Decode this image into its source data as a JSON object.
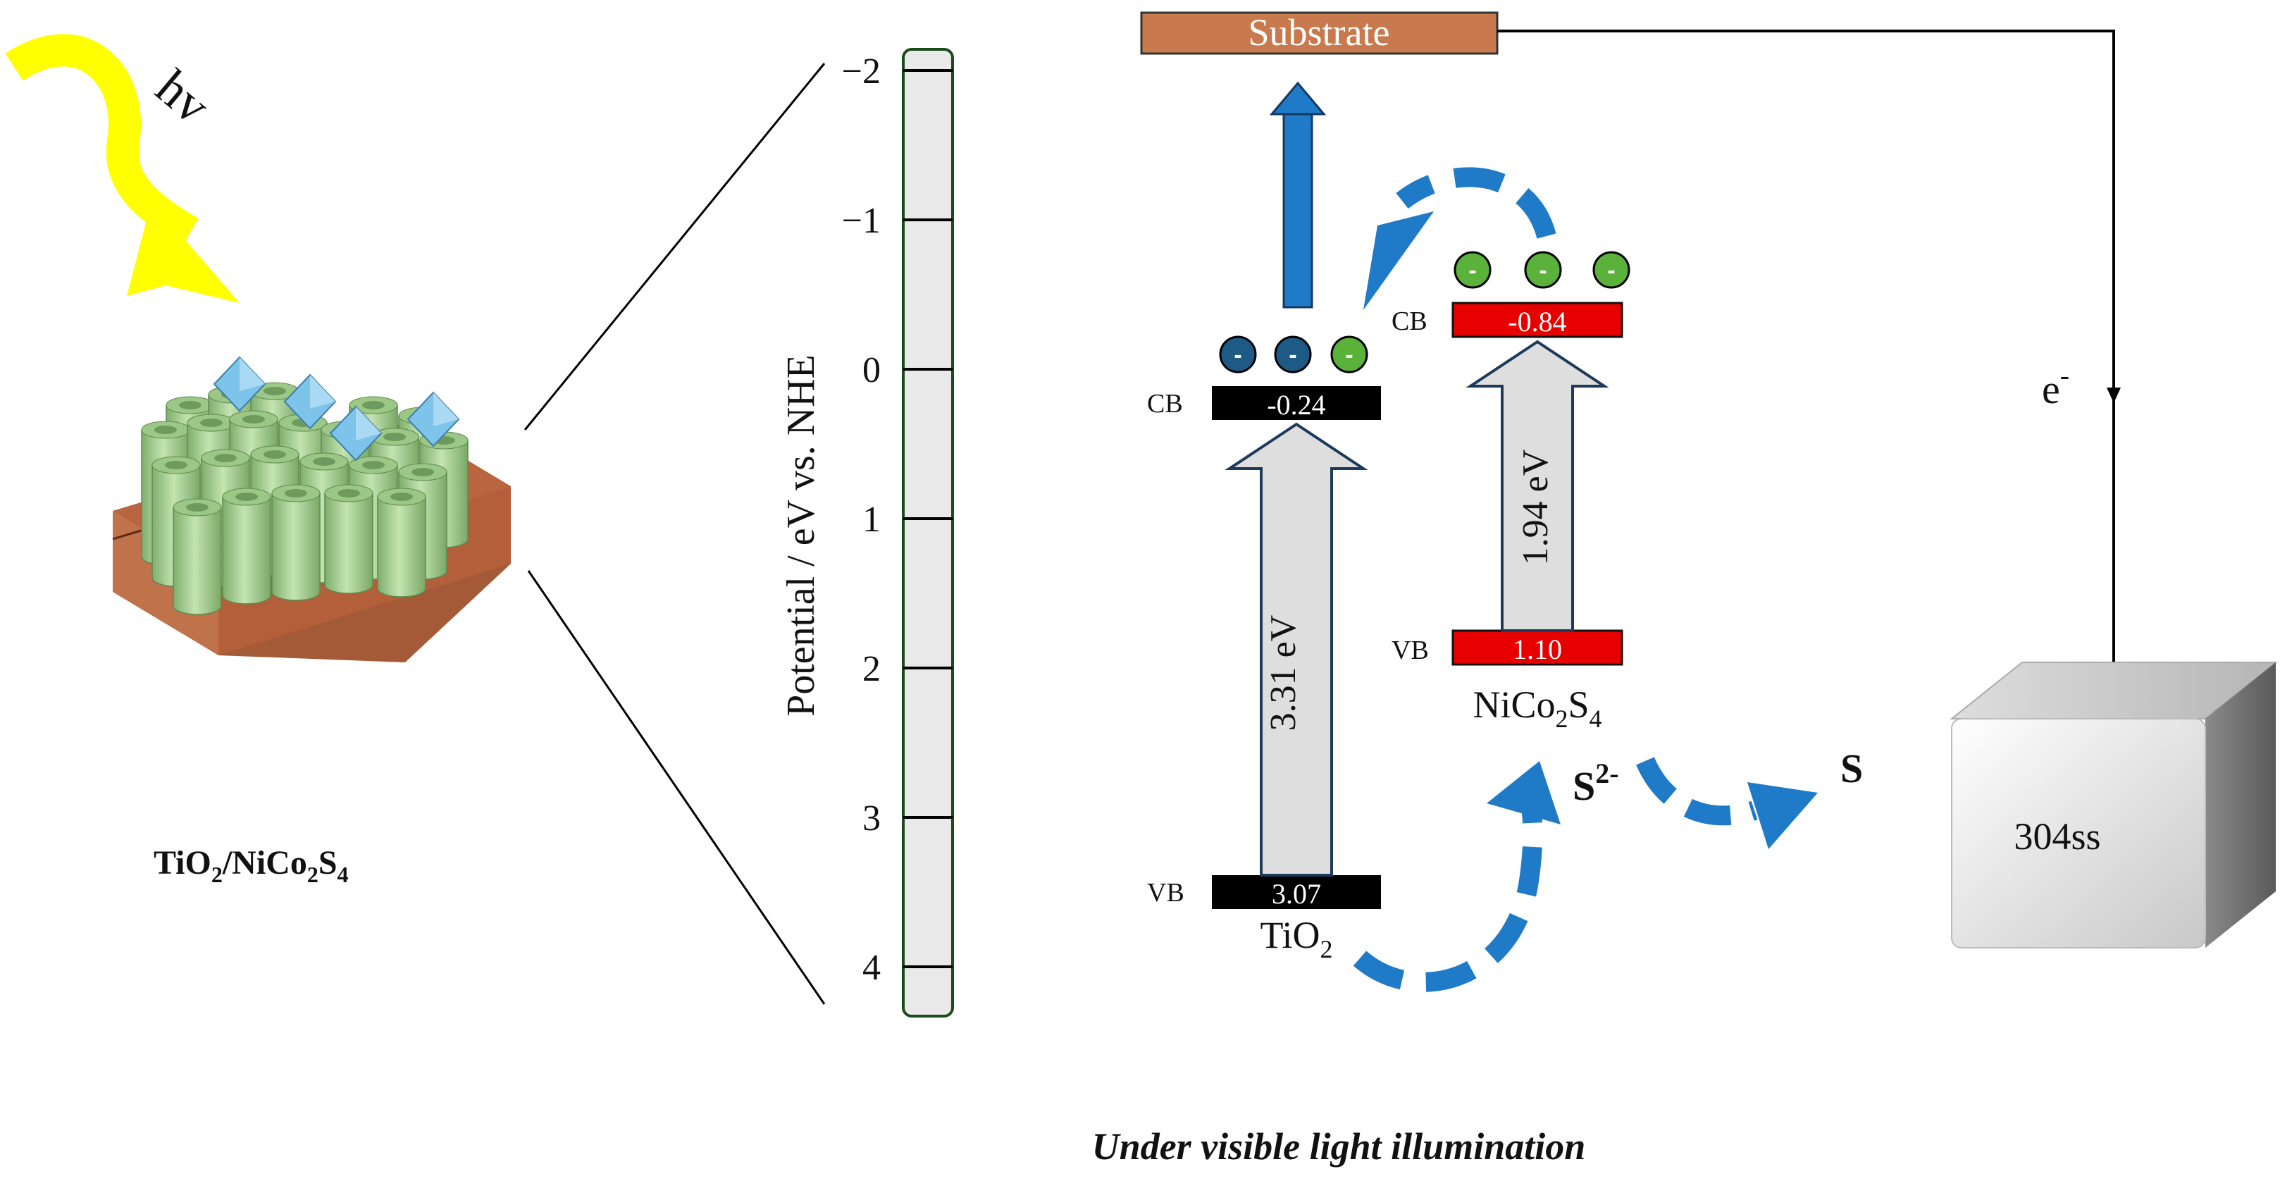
{
  "light": {
    "label": "hv"
  },
  "sample": {
    "label_main": "TiO",
    "label_sub1": "2",
    "label_mid": "/NiCo",
    "label_sub2": "2",
    "label_s": "S",
    "label_sub3": "4"
  },
  "axis": {
    "title": "Potential / eV vs. NHE",
    "ticks": [
      "−2",
      "−1",
      "0",
      "1",
      "2",
      "3",
      "4"
    ]
  },
  "substrate": {
    "label": "Substrate"
  },
  "tio2": {
    "cb_label": "CB",
    "cb_value": "-0.24",
    "vb_label": "VB",
    "vb_value": "3.07",
    "gap": "3.31 eV",
    "name_main": "TiO",
    "name_sub": "2",
    "electrons": [
      "-",
      "-",
      "-"
    ]
  },
  "nico2s4": {
    "cb_label": "CB",
    "cb_value": "-0.84",
    "vb_label": "VB",
    "vb_value": "1.10",
    "gap": "1.94 eV",
    "name_main": "NiCo",
    "name_sub1": "2",
    "name_s": "S",
    "name_sub2": "4",
    "electrons": [
      "-",
      "-",
      "-"
    ]
  },
  "redox": {
    "reactant": "S",
    "reactant_sup": "2-",
    "product": "S"
  },
  "electron_flow": {
    "label": "e",
    "sup": "-"
  },
  "counter_electrode": {
    "label": "304ss"
  },
  "caption": "Under visible light illumination",
  "colors": {
    "tio2_band": "#000000",
    "nico2s4_band": "#e60000",
    "arrow_blue": "#1f7ac8",
    "substrate": "#c87a4e",
    "rod_green": "#a6cf90",
    "electron_dark": "#1d5b86",
    "electron_green": "#5ab23a",
    "sun": "#ffff00"
  }
}
